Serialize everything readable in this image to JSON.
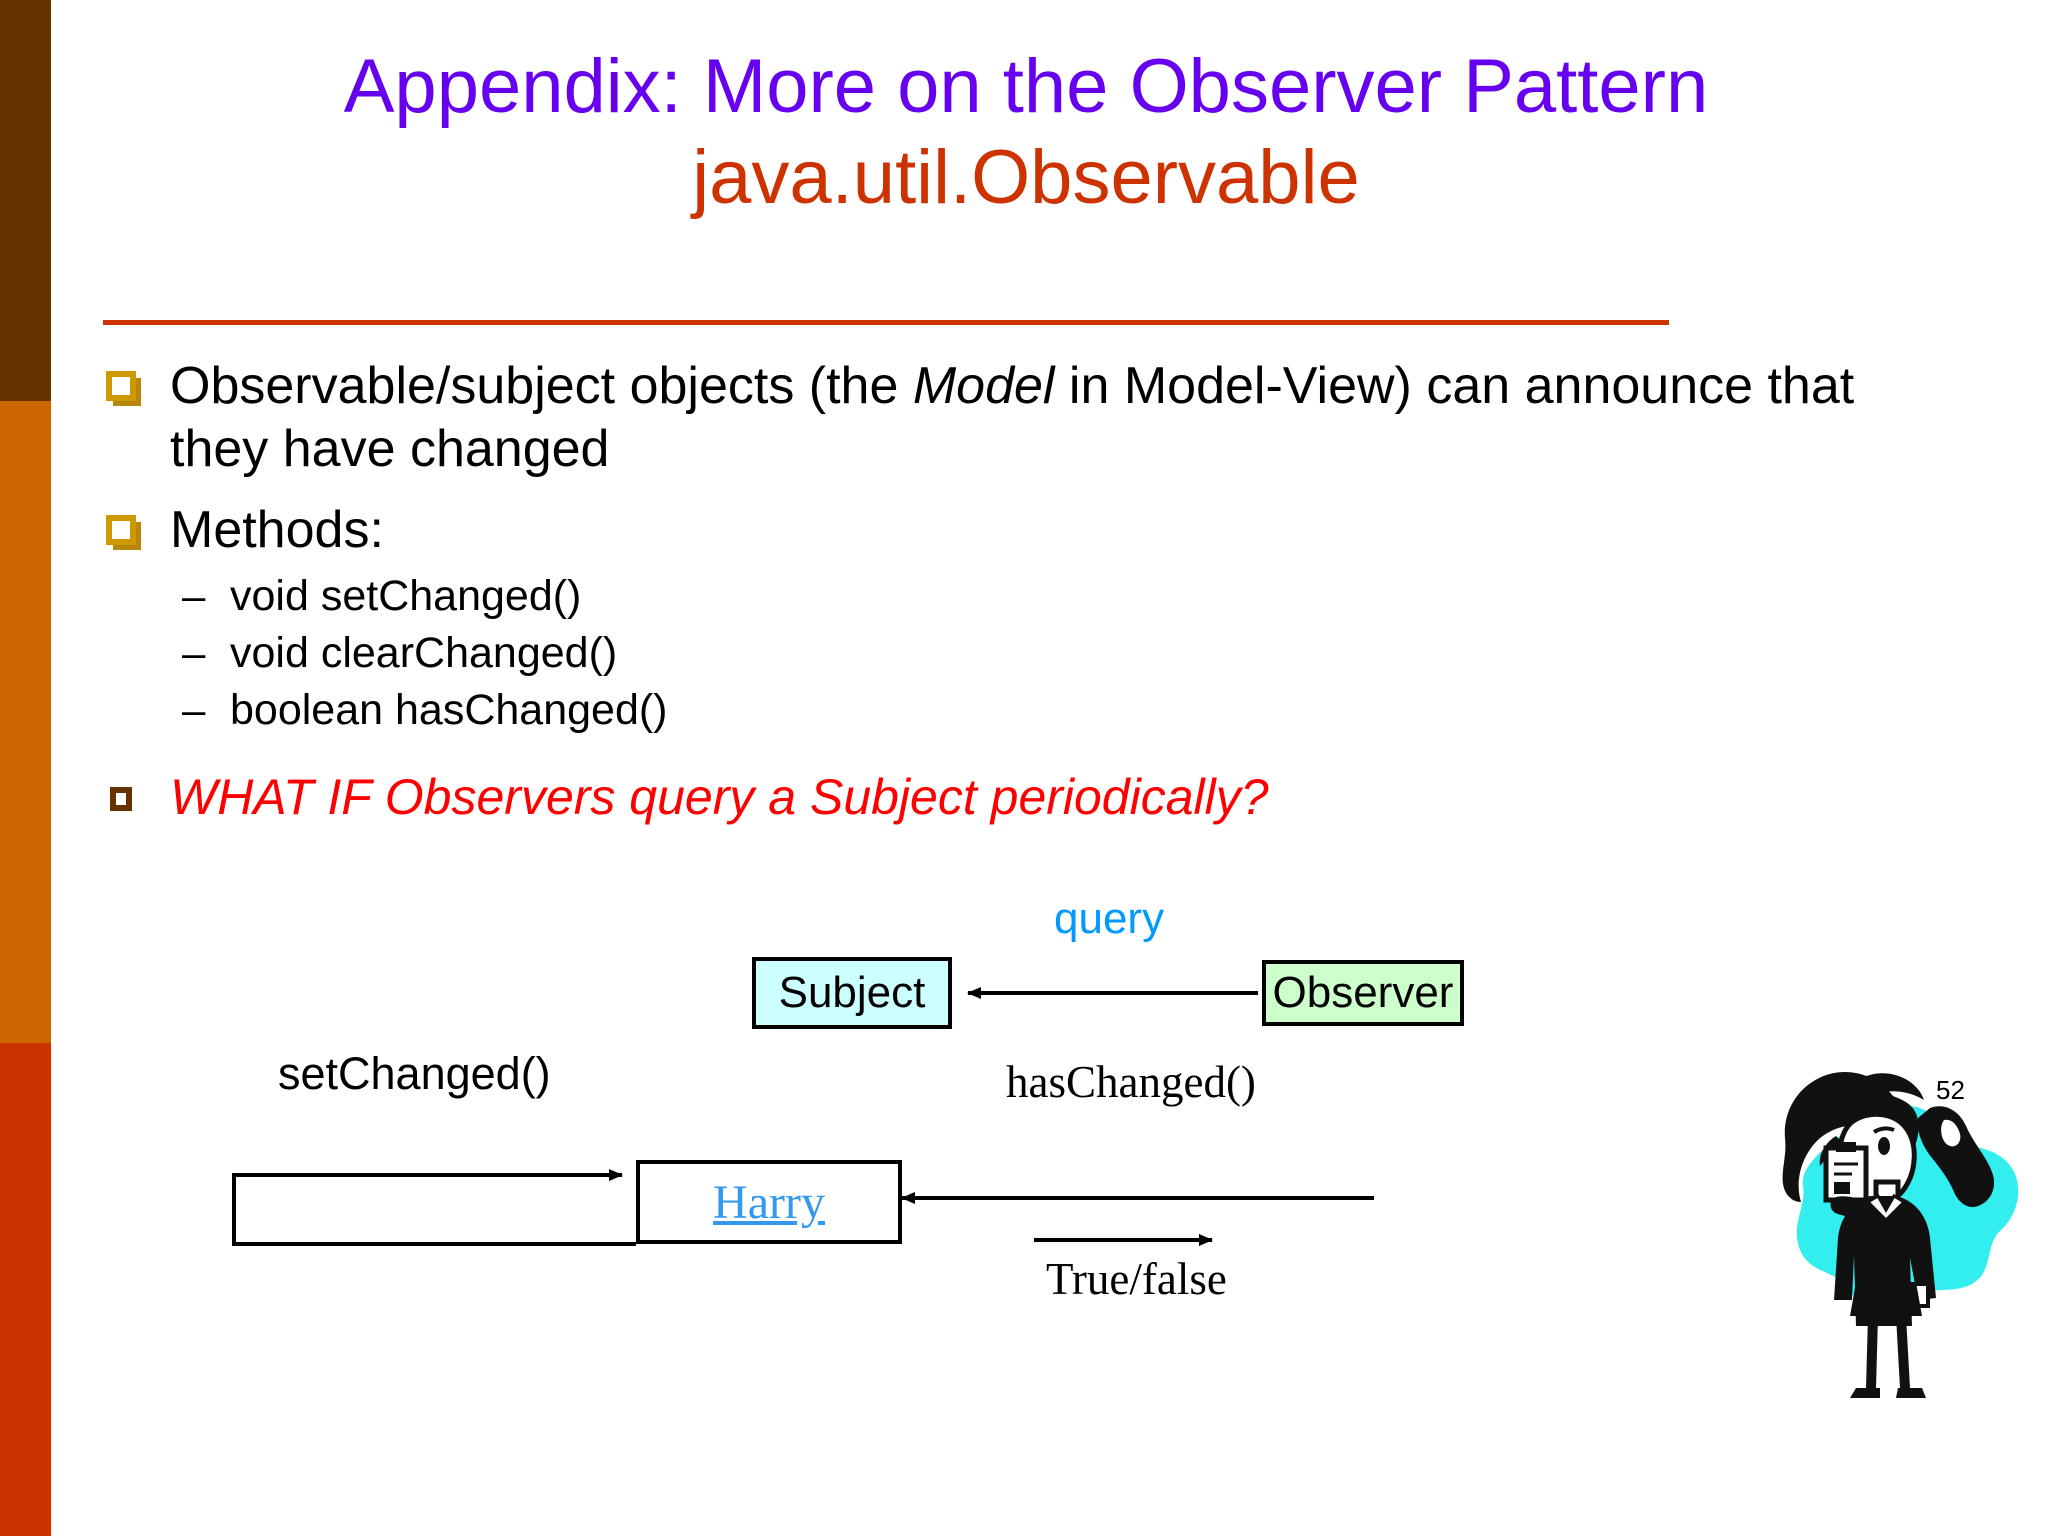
{
  "slide": {
    "title_line1": "Appendix: More on the Observer Pattern",
    "title_line2": "java.util.Observable",
    "page_number": "52"
  },
  "colors": {
    "title_primary": "#6600EE",
    "title_secondary": "#CC3300",
    "rule": "#CC3300",
    "bullet_gold": "#CC9900",
    "bullet_brown": "#663300",
    "highlight_red": "#FF0000",
    "query_blue": "#0099FF",
    "harry_blue": "#3399EE",
    "subject_fill": "#CCFFFF",
    "observer_fill": "#CCFFCC",
    "sidebar_band1": "#663300",
    "sidebar_band2": "#CC6600",
    "sidebar_band3": "#CC3300",
    "clipart_splash": "#33EEEE"
  },
  "bullets": [
    {
      "marker": "gold-square-bullet",
      "text_before": "Observable/subject objects (the ",
      "text_italic": "Model",
      "text_after": " in Model-View) can announce that they have changed"
    },
    {
      "marker": "gold-square-bullet",
      "text": "Methods:"
    }
  ],
  "methods": [
    {
      "dash": "–",
      "label": "void setChanged()"
    },
    {
      "dash": "–",
      "label": "void clearChanged()"
    },
    {
      "dash": "–",
      "label": "boolean hasChanged()"
    }
  ],
  "whatif": {
    "marker": "brown-square-bullet",
    "text": "WHAT IF Observers query a Subject periodically?"
  },
  "diagram": {
    "subject_box": "Subject",
    "observer_box": "Observer",
    "harry_box": "Harry",
    "label_query": "query",
    "label_setchanged": "setChanged()",
    "label_haschanged": "hasChanged()",
    "label_truefalse": "True/false",
    "clipart": "cartoon-woman-with-clipboard"
  }
}
